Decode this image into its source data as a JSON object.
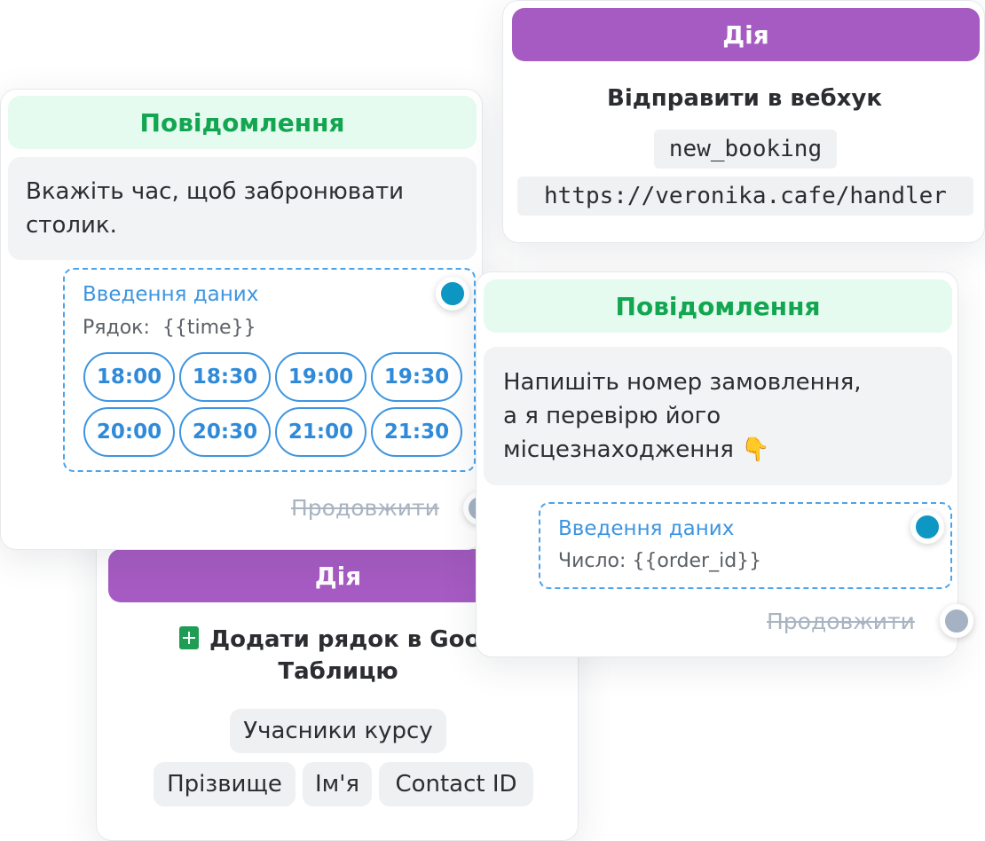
{
  "action_card_sheets": {
    "header": "Дія",
    "title": "Додати рядок в Google Таблицю",
    "title_line1": "Додати рядок в Goog",
    "title_line2": "Таблицю",
    "icon": "google-sheets-icon",
    "sheet_chip": "Учасники курсу",
    "column_chips": [
      "Прізвище",
      "Ім'я",
      "Contact ID"
    ]
  },
  "message_card_left": {
    "header": "Повідомлення",
    "text_line1": "Вкажіть час, щоб забронювати",
    "text_line2": "столик.",
    "input": {
      "title": "Введення даних",
      "field_label": "Рядок:",
      "variable": "{{time}}"
    },
    "time_buttons": [
      "18:00",
      "18:30",
      "19:00",
      "19:30",
      "20:00",
      "20:30",
      "21:00",
      "21:30"
    ],
    "continue_label": "Продовжити"
  },
  "action_card_webhook": {
    "header": "Дія",
    "title": "Відправити в вебхук",
    "event": "new_booking",
    "url": "https://veronika.cafe/handler"
  },
  "message_card_right": {
    "header": "Повідомлення",
    "text_line1": "Напишіть номер замовлення,",
    "text_line2": "а я перевірю його",
    "text_line3": "місцезнаходження",
    "emoji": "👇",
    "input": {
      "title": "Введення даних",
      "field_label": "Число:",
      "variable": "{{order_id}}"
    },
    "continue_label": "Продовжити"
  },
  "colors": {
    "message_header_bg": "#e5fbef",
    "message_header_text": "#13a651",
    "action_header_bg": "#a65bc2",
    "input_accent": "#3d95e0",
    "connector_blue": "#0f97c4",
    "connector_grey": "#a4b2c4"
  }
}
